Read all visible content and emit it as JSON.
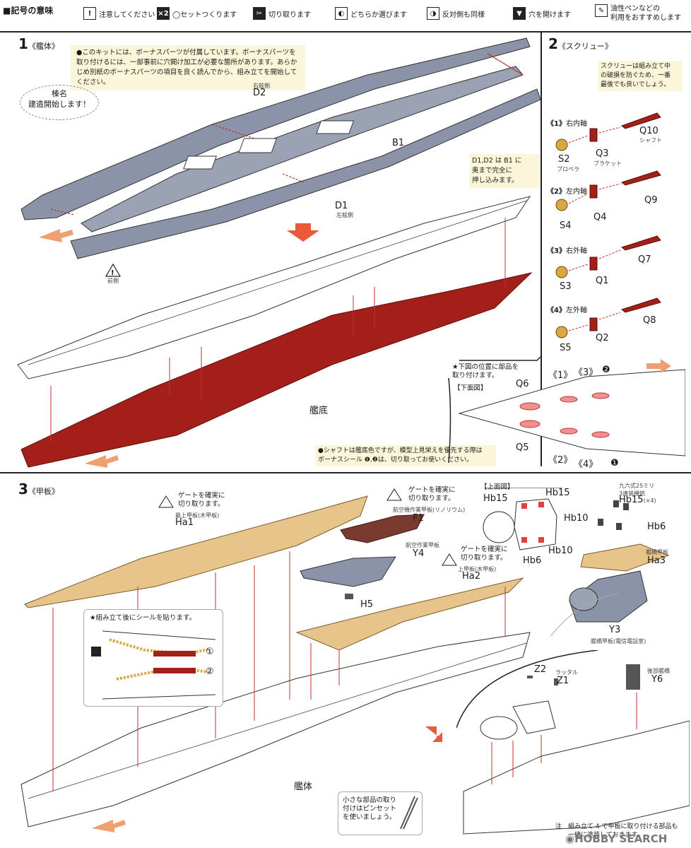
{
  "legend": {
    "title": "■記号の意味",
    "items": [
      {
        "icon": "!",
        "label": "注意してください"
      },
      {
        "icon": "×2",
        "label": "◯セットつくります"
      },
      {
        "icon": "✂",
        "label": "切り取ります"
      },
      {
        "icon": "◐",
        "label": "どちらか選びます"
      },
      {
        "icon": "◑",
        "label": "反対側も同様"
      },
      {
        "icon": "▼",
        "label": "穴を開けます"
      },
      {
        "icon": "✎",
        "label": "油性ペンなどの\n利用をおすすめします"
      }
    ]
  },
  "step1": {
    "number": "1",
    "title": "《艦体》",
    "note": "●このキットには、ボーナスパーツが付属しています。ボーナスパーツを取り付けるには、一部事前に穴開け加工が必要な箇所があります。あらかじめ別紙のボーナスパーツの項目を良く読んでから、組み立てを開始してください。",
    "bubble": "榛名\n建造開始します！",
    "parts": {
      "d2_sub": "右舷側",
      "d2": "D2",
      "b1": "B1",
      "d1": "D1",
      "d1_sub": "左舷側",
      "front_label": "前側",
      "hull_bottom": "艦底"
    },
    "d_note": "D1,D2 は B1 に\n奥まで完全に\n押し込みます。",
    "shaft_note": "●シャフトは艦底色ですが、模型上見栄えを優先する際は\nボーナスシール ❶,❷は、切り取ってお使いください。"
  },
  "step2": {
    "number": "2",
    "title": "《スクリュー》",
    "note": "スクリューは組み立て中\nの破損を防ぐため、一番\n最後でも良いでしょう。",
    "groups": [
      {
        "tag": "《1》",
        "name": "右内軸",
        "propeller": "S2",
        "propeller_sub": "プロペラ",
        "bracket": "Q3",
        "bracket_sub": "ブラケット",
        "shaft": "Q10",
        "shaft_sub": "シャフト"
      },
      {
        "tag": "《2》",
        "name": "左内軸",
        "propeller": "S4",
        "bracket": "Q4",
        "shaft": "Q9"
      },
      {
        "tag": "《3》",
        "name": "右外軸",
        "propeller": "S3",
        "bracket": "Q1",
        "shaft": "Q7"
      },
      {
        "tag": "《4》",
        "name": "左外軸",
        "propeller": "S5",
        "bracket": "Q2",
        "shaft": "Q8"
      }
    ],
    "bottom_note": "★下図の位置に部品を\n取り付けます。",
    "bottom_view": "【下面図】",
    "callouts": {
      "q6": "Q6",
      "q5": "Q5",
      "c1": "《1》",
      "c3": "《3》",
      "c2": "《2》",
      "c4": "《4》",
      "n2": "❷",
      "n1": "❶"
    }
  },
  "step3": {
    "number": "3",
    "title": "《甲板》",
    "gate_note": "ゲートを確実に\n切り取ります。",
    "ha1_sub": "最上甲板(木甲板)",
    "ha1": "Ha1",
    "f1_gate": "ゲートを確実に\n切り取ります。",
    "f1_sub": "航空機作業甲板(リノリウム)",
    "f1": "F1",
    "y4_sub": "航空作業甲板",
    "y4": "Y4",
    "ha2_gate": "ゲートを確実に\n切り取ります。",
    "ha2_sub": "上甲板(木甲板)",
    "ha2": "Ha2",
    "h5": "H5",
    "sticker_note": "★組み立て後にシールを貼ります。",
    "circle1": "①",
    "circle2": "②",
    "hull_label": "艦体",
    "top_view": "【上面図】",
    "hb15_a": "Hb15",
    "hb15_b": "Hb15",
    "hb10_a": "Hb10",
    "hb6_a": "Hb6",
    "aa_sub": "九六式25ミリ\n3連装機銃",
    "hb15_c": "Hb15",
    "hb15_count": "(×4)",
    "hb10_b": "Hb10",
    "hb6_b": "Hb6",
    "ha3_sub": "艦橋甲板",
    "ha3": "Ha3",
    "y3": "Y3",
    "y3_sub": "艦橋甲板(電信電話室)",
    "z2": "Z2",
    "z1_sub": "ラッタル",
    "z1": "Z1",
    "y6_sub": "後部艦橋",
    "y6": "Y6",
    "tweezer_note": "小さな部品の取り\n付けはピンセット\nを使いましょう。",
    "footer_note": "注　組み立て 4 で甲板に取り付ける部品も\n　　一緒に塗装しておきます。"
  },
  "watermark": "◉HOBBY SEARCH",
  "colors": {
    "gray": "#8a93a8",
    "red": "#a51f1a",
    "tan": "#e6c48a",
    "deck_brown": "#7a3a30",
    "arrow_orange": "#f0a070",
    "note_bg": "#fbf6d9"
  }
}
